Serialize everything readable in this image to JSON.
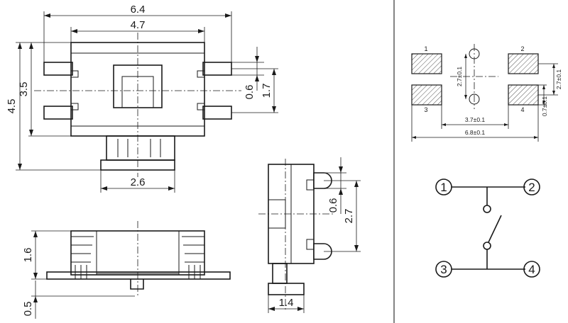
{
  "top_view": {
    "overall_width": "6.4",
    "body_width": "4.7",
    "overall_height": "4.5",
    "body_height": "3.5",
    "pin_width": "0.6",
    "pin_span": "1.7",
    "actuator_width": "2.6"
  },
  "front_view": {
    "body_height": "1.6",
    "base_height": "0.5"
  },
  "side_view": {
    "pin_width": "0.6",
    "pin_span": "2.7",
    "actuator_depth": "1.4"
  },
  "pcb_layout": {
    "pad_labels": [
      "1",
      "2",
      "3",
      "4"
    ],
    "pad_pitch_vertical": "2.7±0.1",
    "hole_spacing": "2.7±0.1",
    "pad_height": "0.7±0.1",
    "inner_span": "3.7±0.1",
    "outer_span": "6.8±0.1"
  },
  "schematic": {
    "terminals": [
      "1",
      "2",
      "3",
      "4"
    ]
  }
}
